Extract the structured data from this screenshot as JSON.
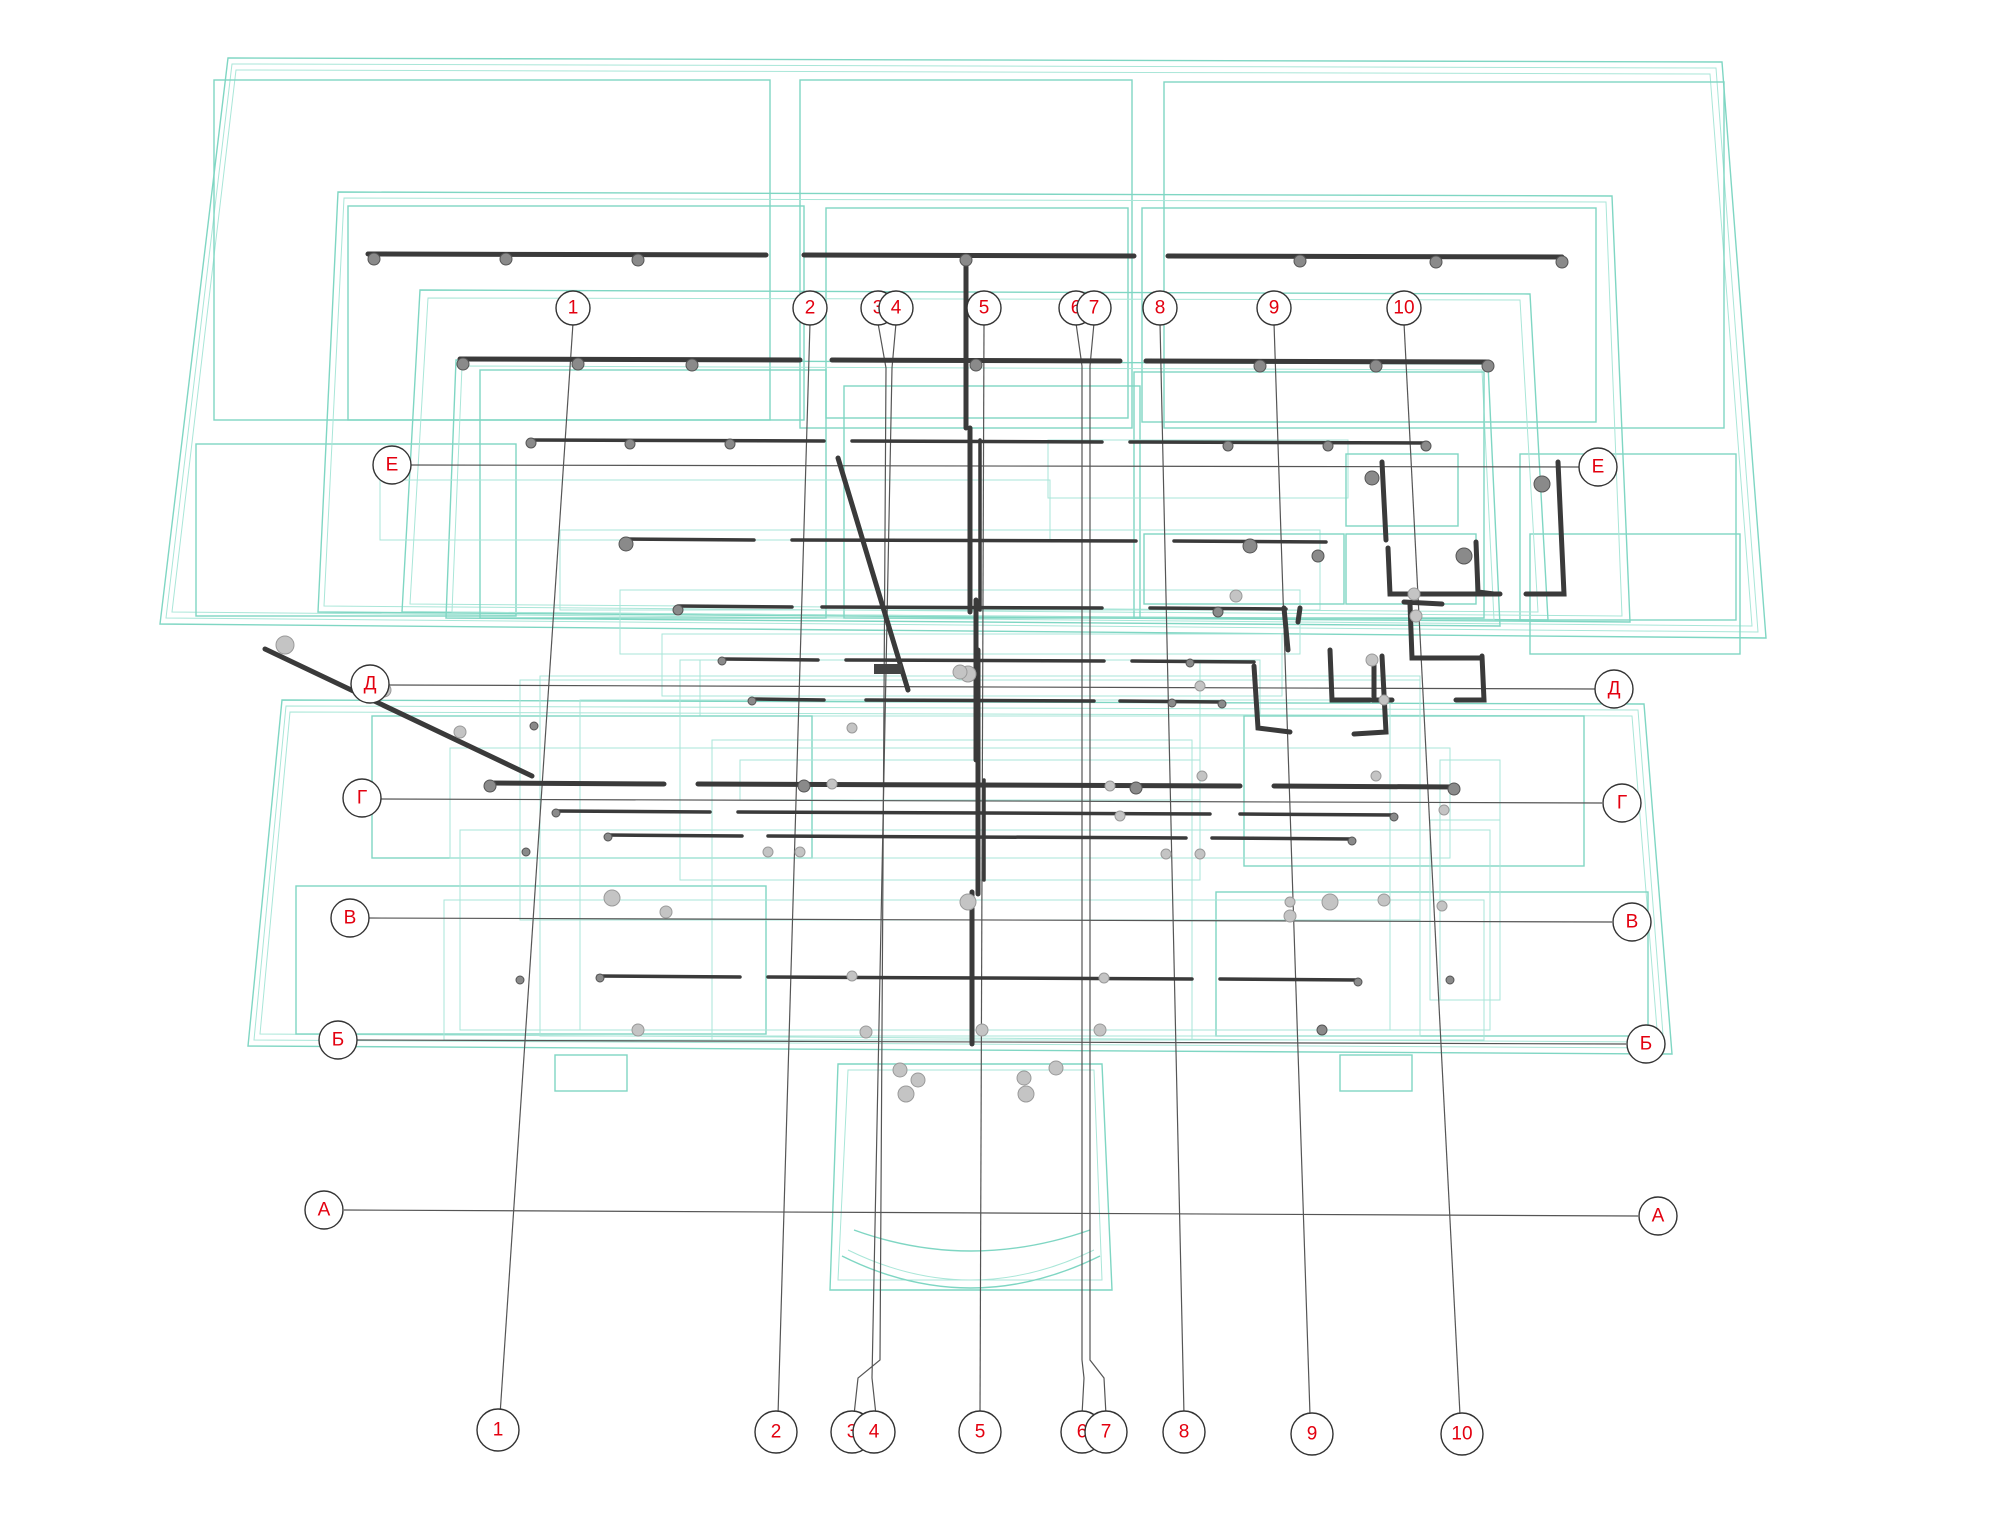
{
  "axes_numeric": [
    "1",
    "2",
    "3",
    "4",
    "5",
    "6",
    "7",
    "8",
    "9",
    "10"
  ],
  "axes_letter": [
    "Е",
    "Д",
    "Г",
    "В",
    "Б",
    "А"
  ],
  "colors": {
    "wireframe": "#7fd6c3",
    "grid_line": "#555555",
    "bubble_text": "#e3000f",
    "beam": "#3a3a3a"
  }
}
